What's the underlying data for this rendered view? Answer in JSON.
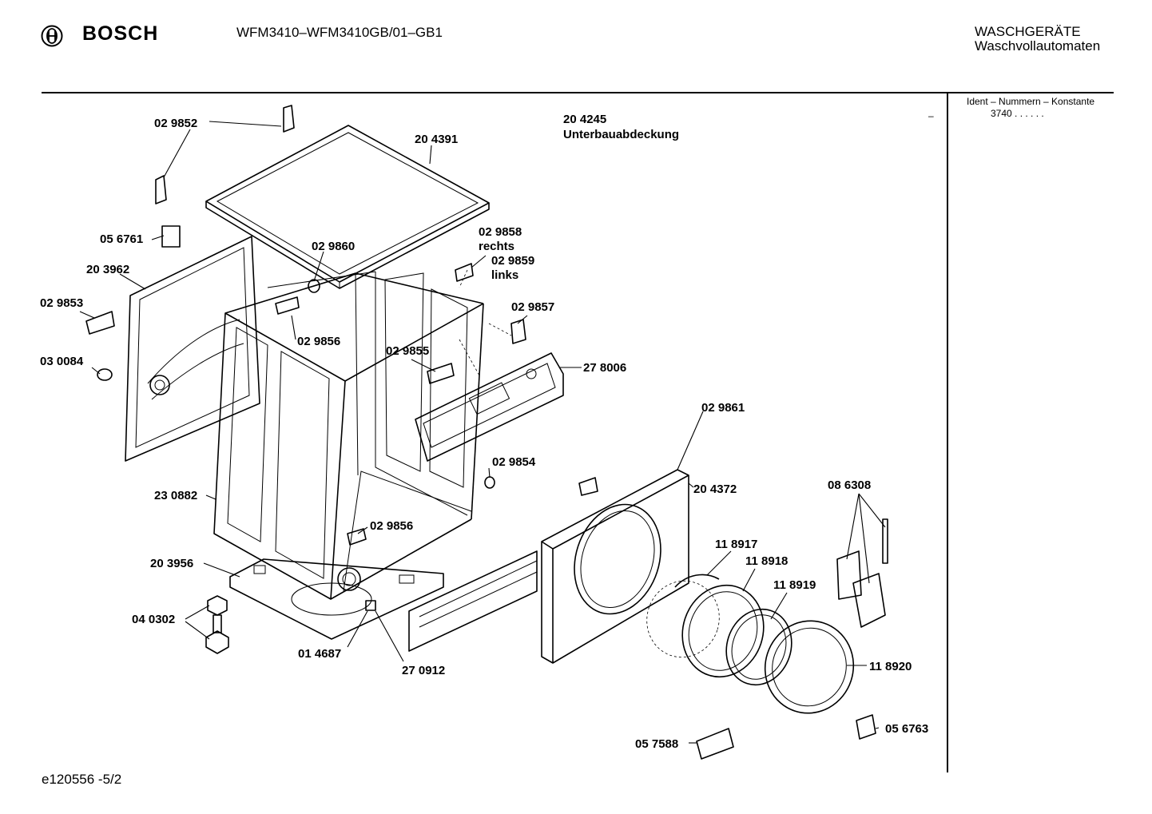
{
  "header": {
    "brand": "BOSCH",
    "model": "WFM3410–WFM3410GB/01–GB1",
    "category_line1": "WASCHGERÄTE",
    "category_line2": "Waschvollautomaten"
  },
  "ident": {
    "label": "Ident – Nummern – Konstante",
    "value": "3740  .  .  .  .  .  ."
  },
  "margin_mark": "–",
  "footer": {
    "code": "e120556 -5/2"
  },
  "icons": {
    "logo": "bosch-armature-icon"
  },
  "parts": [
    {
      "id": "p029852",
      "number": "02 9852"
    },
    {
      "id": "p204391",
      "number": "20 4391"
    },
    {
      "id": "p204245",
      "number": "20 4245"
    },
    {
      "id": "p204245n",
      "number": "Unterbauabdeckung"
    },
    {
      "id": "p056761",
      "number": "05 6761"
    },
    {
      "id": "p029860",
      "number": "02 9860"
    },
    {
      "id": "p029858",
      "number": "02 9858"
    },
    {
      "id": "p029858r",
      "number": "rechts"
    },
    {
      "id": "p029859",
      "number": "02 9859"
    },
    {
      "id": "p029859l",
      "number": "links"
    },
    {
      "id": "p203962",
      "number": "20 3962"
    },
    {
      "id": "p029853",
      "number": "02 9853"
    },
    {
      "id": "p029857",
      "number": "02 9857"
    },
    {
      "id": "p029856a",
      "number": "02 9856"
    },
    {
      "id": "p029855",
      "number": "02 9855"
    },
    {
      "id": "p030084",
      "number": "03 0084"
    },
    {
      "id": "p278006",
      "number": "27 8006"
    },
    {
      "id": "p029861",
      "number": "02 9861"
    },
    {
      "id": "p029854",
      "number": "02 9854"
    },
    {
      "id": "p204372",
      "number": "20 4372"
    },
    {
      "id": "p230882",
      "number": "23 0882"
    },
    {
      "id": "p086308",
      "number": "08 6308"
    },
    {
      "id": "p029856b",
      "number": "02 9856"
    },
    {
      "id": "p118917",
      "number": "11 8917"
    },
    {
      "id": "p118918",
      "number": "11 8918"
    },
    {
      "id": "p203956",
      "number": "20 3956"
    },
    {
      "id": "p118919",
      "number": "11 8919"
    },
    {
      "id": "p040302",
      "number": "04 0302"
    },
    {
      "id": "p014687",
      "number": "01 4687"
    },
    {
      "id": "p118920",
      "number": "11 8920"
    },
    {
      "id": "p270912",
      "number": "27 0912"
    },
    {
      "id": "p056763",
      "number": "05 6763"
    },
    {
      "id": "p057588",
      "number": "05 7588"
    }
  ]
}
